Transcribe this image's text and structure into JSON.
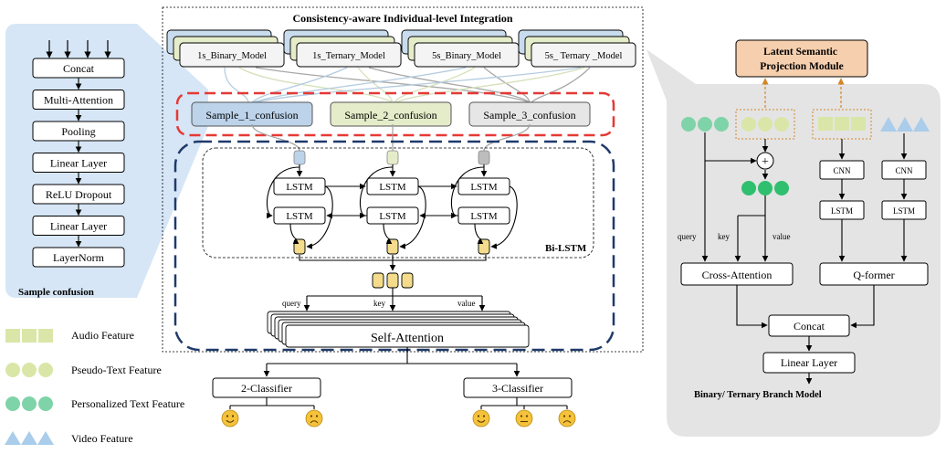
{
  "title": "Consistency-aware Individual-level Integration",
  "models": [
    "1s_Binary_Model",
    "1s_Ternary_Model",
    "5s_Binary_Model",
    "5s_ Ternary _Model"
  ],
  "samples": [
    "Sample_1_confusion",
    "Sample_2_confusion",
    "Sample_3_confusion"
  ],
  "sample_confusion_module": {
    "caption": "Sample confusion",
    "layers": [
      "Concat",
      "Multi-Attention",
      "Pooling",
      "Linear Layer",
      "ReLU Dropout",
      "Linear Layer",
      "LayerNorm"
    ]
  },
  "bilstm": {
    "cell_label": "LSTM",
    "caption": "Bi-LSTM"
  },
  "attention": {
    "query": "query",
    "key": "key",
    "value": "value",
    "self_attention": "Self-Attention"
  },
  "classifiers": [
    {
      "label": "2-Classifier",
      "faces": [
        "happy",
        "sad"
      ]
    },
    {
      "label": "3-Classifier",
      "faces": [
        "happy",
        "neutral",
        "sad"
      ]
    }
  ],
  "legend": [
    {
      "label": "Audio Feature",
      "shape": "squares",
      "color": "#d9e6a8"
    },
    {
      "label": "Pseudo-Text Feature",
      "shape": "circles",
      "color": "#d9e6a8"
    },
    {
      "label": "Personalized Text Feature",
      "shape": "circles",
      "color": "#7fd3a8"
    },
    {
      "label": "Video Feature",
      "shape": "triangles",
      "color": "#a9cdea"
    }
  ],
  "branch": {
    "projection": "Latent Semantic Projection Module",
    "plus": "+",
    "cnn": "CNN",
    "lstm": "LSTM",
    "query": "query",
    "key": "key",
    "value": "value",
    "cross_attention": "Cross-Attention",
    "qformer": "Q-former",
    "concat": "Concat",
    "linear": "Linear Layer",
    "caption": "Binary/ Ternary  Branch Model"
  },
  "colors": {
    "sample1": "#bcd3ea",
    "sample2": "#e4ecc9",
    "sample3": "#e6e6e6",
    "left_panel": "#d6e6f6",
    "right_panel": "#e4e4e4",
    "projection_fill": "#f6cfae",
    "red_dash": "#e53935",
    "navy_dash": "#1f3a6b",
    "orange_dot": "#d5862a",
    "lstm_out": "#f4dc8c"
  }
}
